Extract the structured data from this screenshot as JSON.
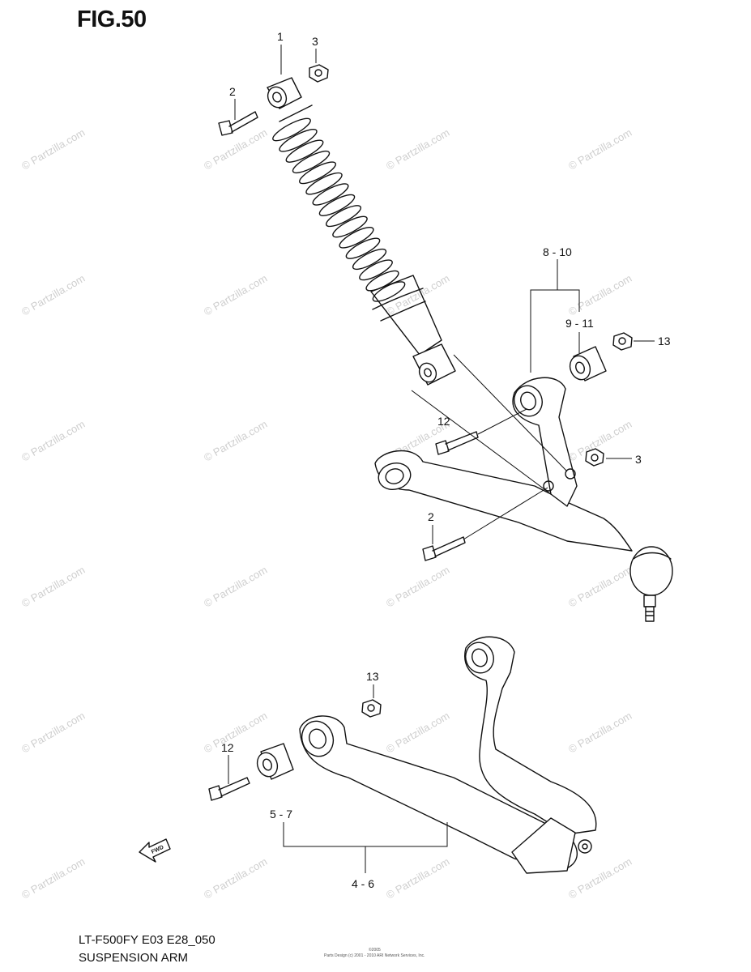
{
  "figure": {
    "title": "FIG.50",
    "model_code": "LT-F500FY E03 E28_050",
    "name": "SUSPENSION ARM",
    "small_print_1": "©2005",
    "small_print_2": "Parts Design (c) 2001 - 2010 ARI Network Services, Inc."
  },
  "callouts": {
    "shock_absorber": "1",
    "bolt_top": "2",
    "nut_top": "3",
    "upper_arm_group": "8 - 10",
    "upper_bushing": "9 - 11",
    "nut_upper_right": "13",
    "bolt_upper_arm": "12",
    "nut_upper_arm": "3",
    "bolt_shock_lower": "2",
    "nut_lower_arm": "13",
    "bolt_lower_arm": "12",
    "lower_bushing": "5 - 7",
    "lower_arm_group": "4 - 6",
    "fwd_arrow": "FWD"
  },
  "watermark": {
    "text": "© Partzilla.com"
  }
}
